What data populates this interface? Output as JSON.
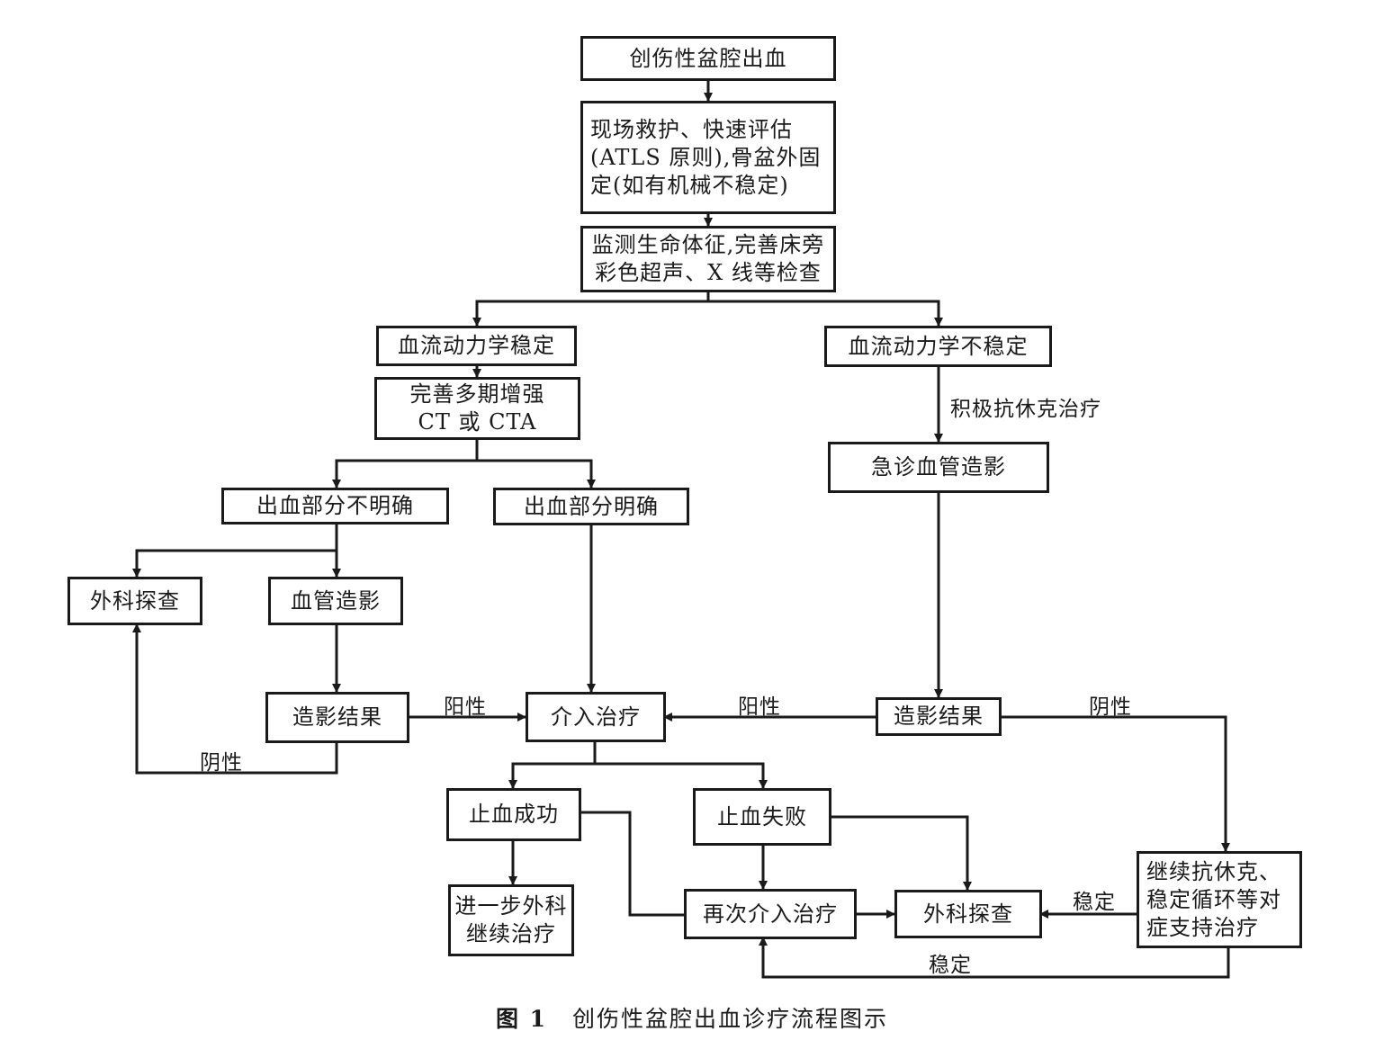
{
  "nodes": {
    "start": "创伤性盆腔出血",
    "field_rescue": "现场救护、快速评估\n(ATLS 原则),骨盆外固\n定(如有机械不稳定)",
    "monitor": "监测生命体征,完善床旁\n彩色超声、X 线等检查",
    "stable": "血流动力学稳定",
    "unstable": "血流动力学不稳定",
    "ct": "完善多期增强\nCT 或 CTA",
    "bleed_unclear": "出血部分不明确",
    "bleed_clear": "出血部分明确",
    "emergency_angio": "急诊血管造影",
    "surgery_left": "外科探查",
    "angiography": "血管造影",
    "angio_result_left": "造影结果",
    "intervention": "介入治疗",
    "angio_result_right": "造影结果",
    "hemostasis_success": "止血成功",
    "hemostasis_fail": "止血失败",
    "further_treatment": "进一步外科\n继续治疗",
    "re_intervention": "再次介入治疗",
    "surgery_bottom": "外科探查",
    "continue_shock": "继续抗休克、\n稳定循环等对\n症支持治疗"
  },
  "edge_labels": {
    "anti_shock": "积极抗休克治疗",
    "positive_left": "阳性",
    "negative_left": "阴性",
    "positive_right": "阳性",
    "negative_right": "阴性",
    "stable_right": "稳定",
    "stable_bottom": "稳定"
  },
  "caption": {
    "figure_number": "图 1",
    "title": "创伤性盆腔出血诊疗流程图示"
  },
  "colors": {
    "line": "#1a1a1a",
    "background": "#ffffff"
  }
}
